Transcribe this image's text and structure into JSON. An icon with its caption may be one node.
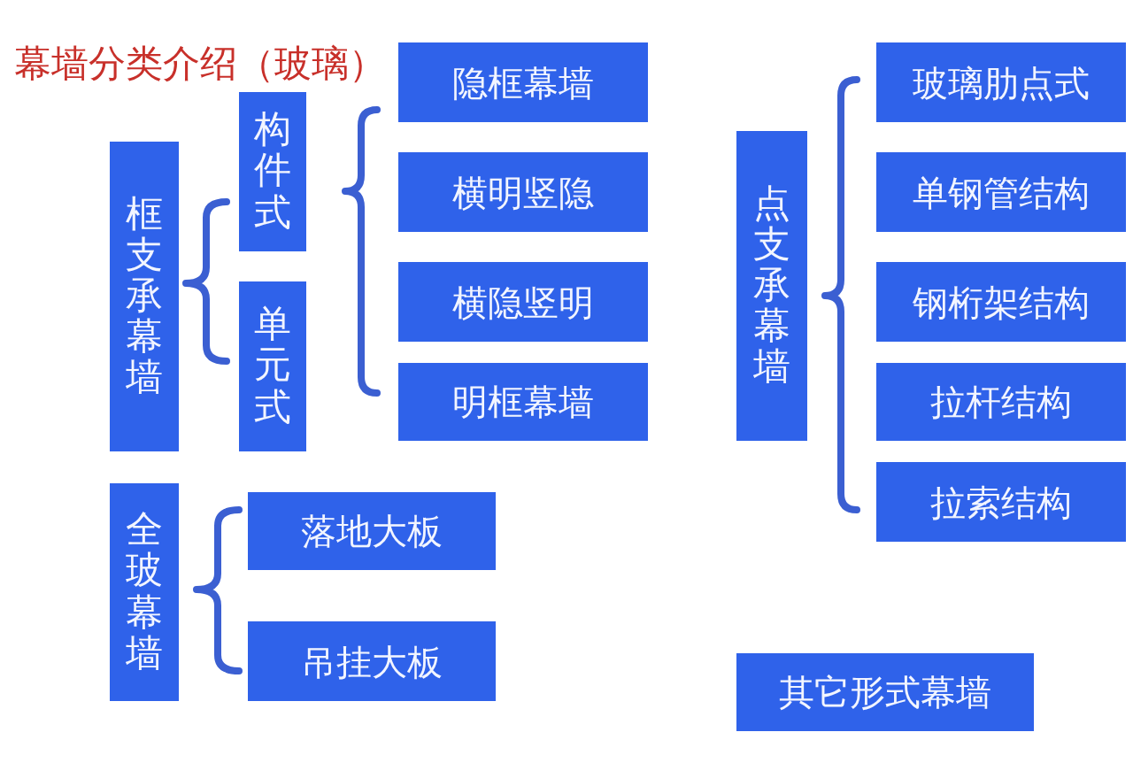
{
  "diagram": {
    "title": "幕墙分类介绍（玻璃）",
    "nodes": [
      {
        "text": [
          "框支承幕墙"
        ]
      },
      {
        "text": [
          "构件式"
        ]
      },
      {
        "text": [
          "单元式"
        ]
      },
      {
        "text": [
          "隐框幕墙"
        ]
      },
      {
        "text": [
          "横明竖隐"
        ]
      },
      {
        "text": [
          "横隐竖明"
        ]
      },
      {
        "text": [
          "明框幕墙"
        ]
      },
      {
        "text": [
          "全玻幕墙"
        ]
      },
      {
        "text": [
          "落地大板"
        ]
      },
      {
        "text": [
          "吊挂大板"
        ]
      },
      {
        "text": [
          "点支承幕墙"
        ]
      },
      {
        "text": [
          "玻璃肋点式"
        ]
      },
      {
        "text": [
          "单钢管结构"
        ]
      },
      {
        "text": [
          "钢桁架结构"
        ]
      },
      {
        "text": [
          "拉杆结构"
        ]
      },
      {
        "text": [
          "拉索结构"
        ]
      },
      {
        "text": [
          "其它形式幕墙"
        ]
      }
    ]
  }
}
